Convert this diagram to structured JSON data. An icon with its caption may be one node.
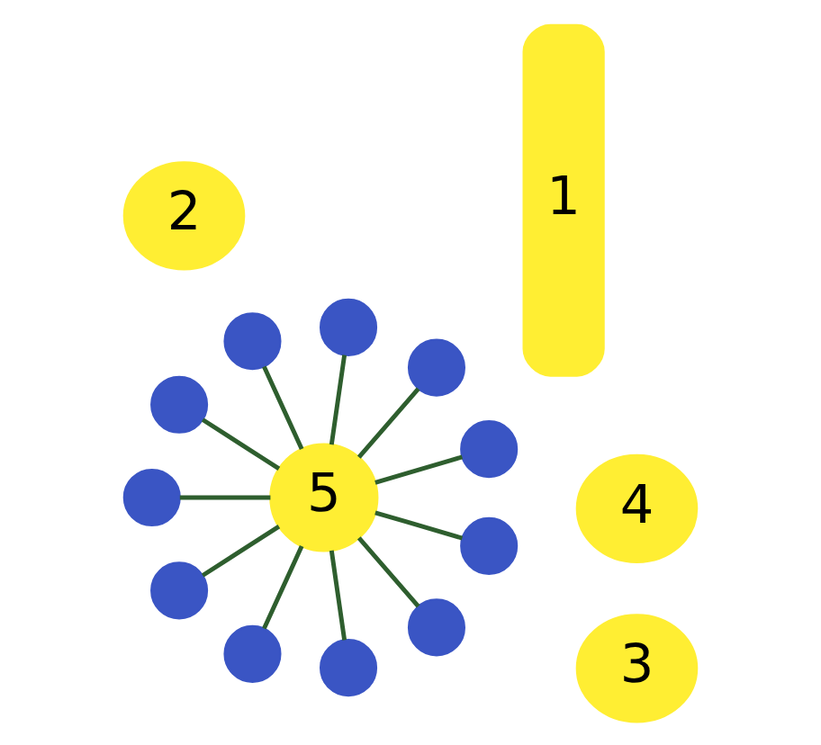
{
  "diagram": {
    "nodes": [
      {
        "text": [
          "2"
        ]
      },
      {
        "text": [
          "3"
        ]
      },
      {
        "text": [
          "1"
        ]
      },
      {
        "text": [
          "5"
        ]
      },
      {
        "text": [
          "4"
        ]
      },
      {
        "text": [],
        "shape": "circle"
      },
      {
        "text": [],
        "shape": "circle"
      },
      {
        "text": [],
        "shape": "circle"
      },
      {
        "text": [],
        "shape": "circle"
      },
      {
        "text": [],
        "shape": "circle"
      },
      {
        "text": [],
        "shape": "circle"
      },
      {
        "text": [],
        "shape": "circle"
      },
      {
        "text": [],
        "shape": "circle"
      },
      {
        "text": [],
        "shape": "circle"
      },
      {
        "text": [],
        "shape": "circle"
      },
      {
        "text": [],
        "shape": "circle"
      }
    ],
    "edges": [
      {
        "from": 3,
        "to": 5,
        "arrow": "none"
      },
      {
        "from": 3,
        "to": 6,
        "arrow": "none"
      },
      {
        "from": 3,
        "to": 7,
        "arrow": "none"
      },
      {
        "from": 3,
        "to": 8,
        "arrow": "none"
      },
      {
        "from": 3,
        "to": 9,
        "arrow": "none"
      },
      {
        "from": 3,
        "to": 10,
        "arrow": "none"
      },
      {
        "from": 3,
        "to": 11,
        "arrow": "none"
      },
      {
        "from": 3,
        "to": 12,
        "arrow": "none"
      },
      {
        "from": 3,
        "to": 13,
        "arrow": "none"
      },
      {
        "from": 3,
        "to": 14,
        "arrow": "none"
      },
      {
        "from": 3,
        "to": 15,
        "arrow": "none"
      }
    ]
  }
}
